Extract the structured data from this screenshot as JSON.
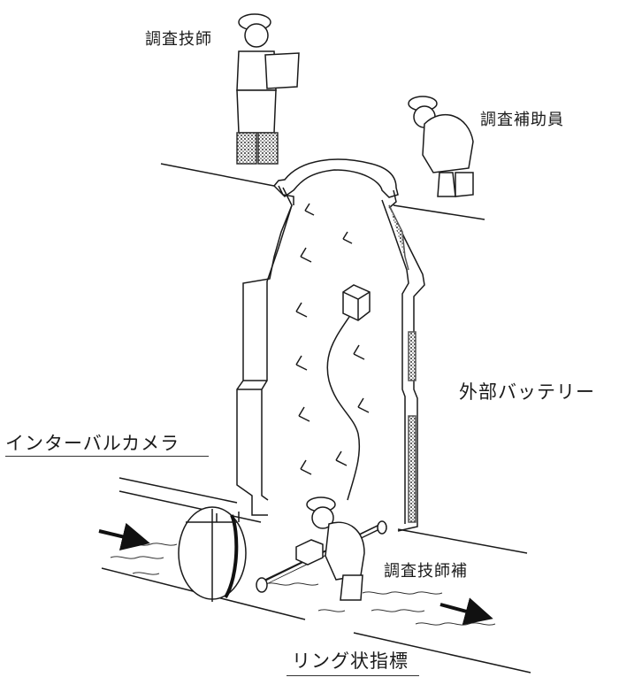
{
  "labels": {
    "surveyor": "調査技師",
    "survey_assistant": "調査補助員",
    "external_battery": "外部バッテリー",
    "interval_camera": "インターバルカメラ",
    "assistant_surveyor": "調査技師補",
    "ring_indicator": "リング状指標"
  },
  "colors": {
    "line": "#1a1a1a",
    "hatch": "#555555",
    "background": "#ffffff"
  }
}
